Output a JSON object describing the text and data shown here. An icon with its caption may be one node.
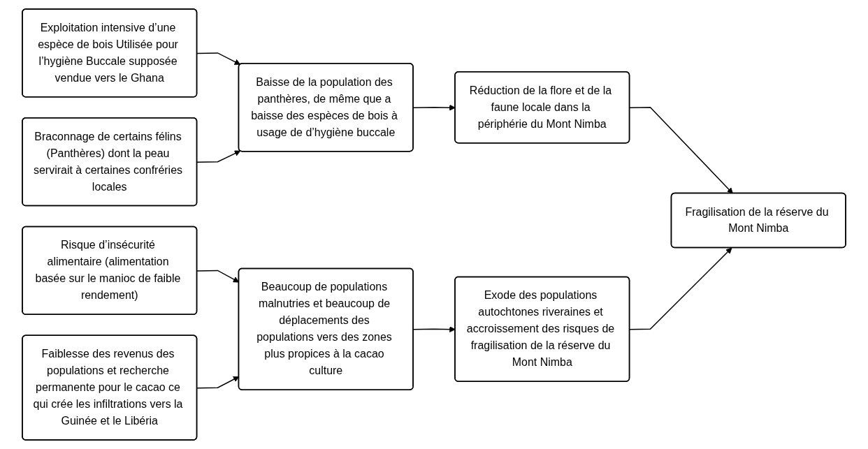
{
  "diagram": {
    "nodes": [
      {
        "text": [
          "Exploitation intensive d’une espèce de bois Utilisée pour l’hygiène Buccale supposée vendue vers le Ghana"
        ]
      },
      {
        "text": [
          "Braconnage de certains félins (Panthères) dont la peau servirait à certaines confréries locales"
        ]
      },
      {
        "text": [
          "Risque d’insécurité alimentaire (alimentation basée sur le manioc de faible rendement)"
        ]
      },
      {
        "text": [
          "Faiblesse des revenus des populations et recherche permanente pour le cacao ce qui crée les infiltrations vers la Guinée et le Libéria"
        ]
      },
      {
        "text": [
          "Baisse de la population des panthères, de même que a baisse des espèces de bois à usage de d’hygiène buccale"
        ]
      },
      {
        "text": [
          "Beaucoup de populations malnutries et beaucoup de déplacements des populations vers des zones plus propices à la cacao culture"
        ]
      },
      {
        "text": [
          "Réduction de la flore et de la faune locale dans la périphérie du Mont Nimba"
        ]
      },
      {
        "text": [
          "Exode des populations autochtones riveraines et accroissement des risques de fragilisation de la réserve du Mont Nimba"
        ]
      },
      {
        "text": [
          "Fragilisation de la réserve du Mont Nimba"
        ]
      }
    ],
    "edges": [
      {
        "from": 0,
        "to": 4,
        "arrow": "to"
      },
      {
        "from": 1,
        "to": 4,
        "arrow": "to"
      },
      {
        "from": 2,
        "to": 5,
        "arrow": "to"
      },
      {
        "from": 3,
        "to": 5,
        "arrow": "to"
      },
      {
        "from": 4,
        "to": 6,
        "arrow": "to"
      },
      {
        "from": 5,
        "to": 7,
        "arrow": "to"
      },
      {
        "from": 6,
        "to": 8,
        "arrow": "to"
      },
      {
        "from": 7,
        "to": 8,
        "arrow": "to"
      }
    ]
  }
}
